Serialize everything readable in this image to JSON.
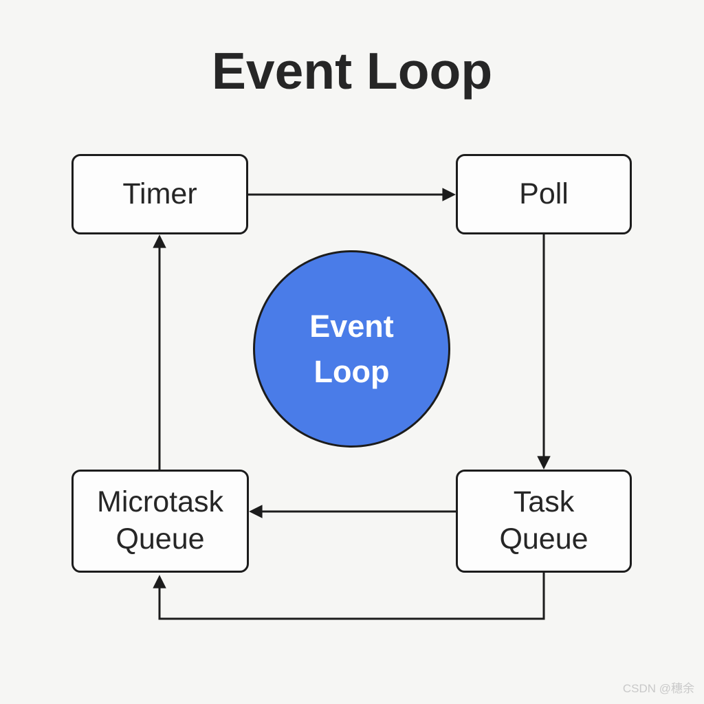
{
  "title": "Event Loop",
  "diagram": {
    "center_node": {
      "label": "Event\nLoop"
    },
    "nodes": {
      "timer": {
        "label": "Timer"
      },
      "poll": {
        "label": "Poll"
      },
      "microtask_queue": {
        "label": "Microtask\nQueue"
      },
      "task_queue": {
        "label": "Task\nQueue"
      }
    },
    "edges": [
      {
        "from": "Timer",
        "to": "Poll",
        "direction": "right"
      },
      {
        "from": "Poll",
        "to": "Task Queue",
        "direction": "down"
      },
      {
        "from": "Task Queue",
        "to": "Microtask Queue",
        "direction": "left"
      },
      {
        "from": "Microtask Queue",
        "to": "Timer",
        "direction": "up"
      },
      {
        "from": "Task Queue",
        "to": "Microtask Queue",
        "direction": "bottom-loop"
      }
    ],
    "colors": {
      "background": "#f6f6f4",
      "node_fill": "#fdfdfd",
      "stroke": "#1c1c1c",
      "text": "#262626",
      "center_fill": "#4a7ce8",
      "center_text": "#ffffff",
      "watermark_color": "#c9c9c9"
    }
  },
  "watermark": "CSDN @穗余"
}
